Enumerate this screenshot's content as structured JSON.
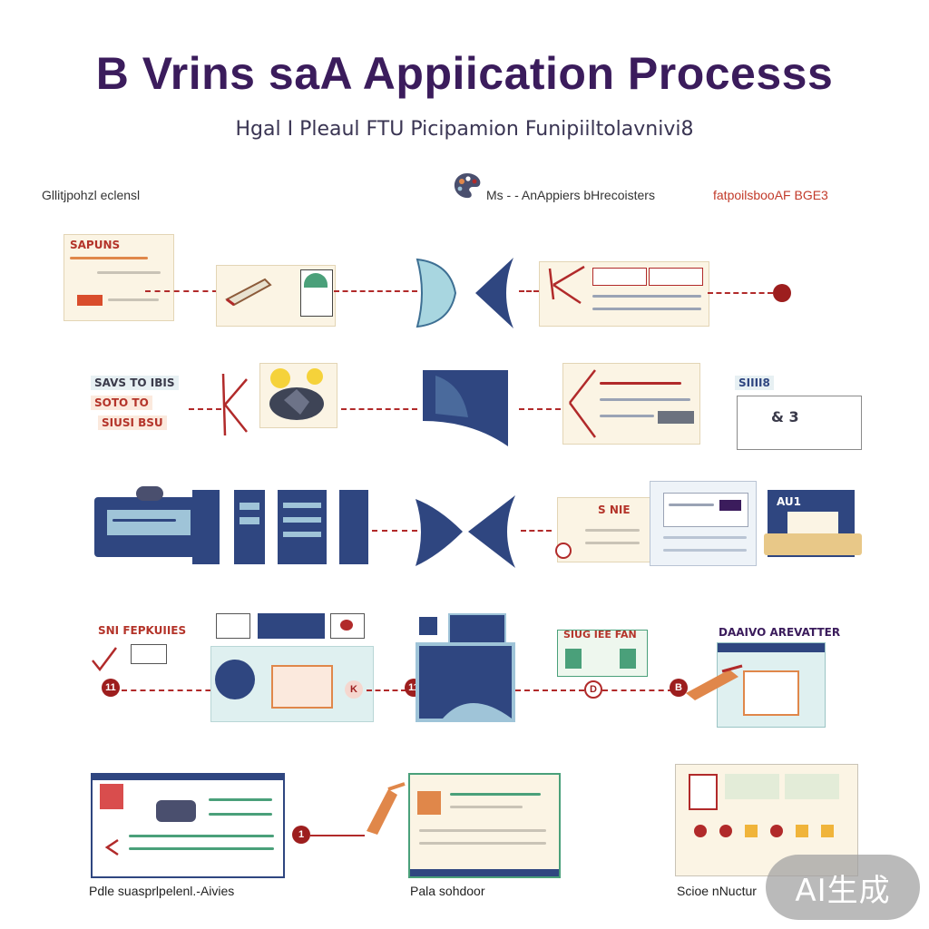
{
  "title": "B Vrins saA Appiication Processs",
  "subtitle": "Hgal I Pleaul FTU Picipamion Funipiiltolavnivi8",
  "header": {
    "left": "Gllitjpohzl eclensl",
    "middle": "Ms - - AnAppiers bHrecoisters",
    "right": "fatpoilsbooAF BGE3"
  },
  "rows": {
    "r1": {
      "tag": "SAPUNS"
    },
    "r2": {
      "tag_lines": [
        "SAVS TO IBIS",
        "SOTO TO",
        "SIUSI BSU"
      ],
      "right_tag": "SIIII8"
    },
    "r3": {
      "tag": "S NIE",
      "right_tag": "AU1"
    },
    "r4": {
      "left_tag": "SNI FEPKUIIES",
      "mid_tag": "SIUG IEE FAN",
      "right_tag": "DAAIVO AREVATTER",
      "nodes": [
        "11",
        "K",
        "11",
        "D",
        "B"
      ]
    },
    "r5": {
      "node": "1"
    }
  },
  "captions": {
    "c1": "Pdle suasprlpelenl.-Aivies",
    "c2": "Pala sohdoor",
    "c3": "Scioe nNuctur"
  },
  "badge": "AI生成",
  "colors": {
    "title": "#3b1c5c",
    "navy": "#2f4680",
    "connector": "#b12a2a",
    "accent": "#e0874a",
    "paper": "#fbf4e4"
  }
}
